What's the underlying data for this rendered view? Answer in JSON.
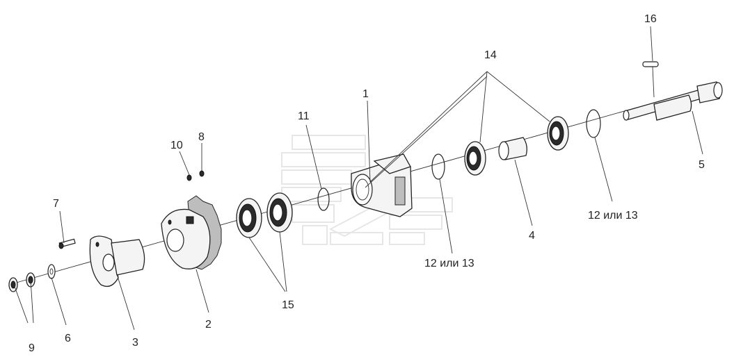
{
  "labels": {
    "l1": "1",
    "l2": "2",
    "l3": "3",
    "l4": "4",
    "l5": "5",
    "l6": "6",
    "l7": "7",
    "l8": "8",
    "l9": "9",
    "l10": "10",
    "l11": "11",
    "l12a": "12 или 13",
    "l12b": "12 или 13",
    "l14": "14",
    "l15": "15",
    "l16": "16"
  }
}
